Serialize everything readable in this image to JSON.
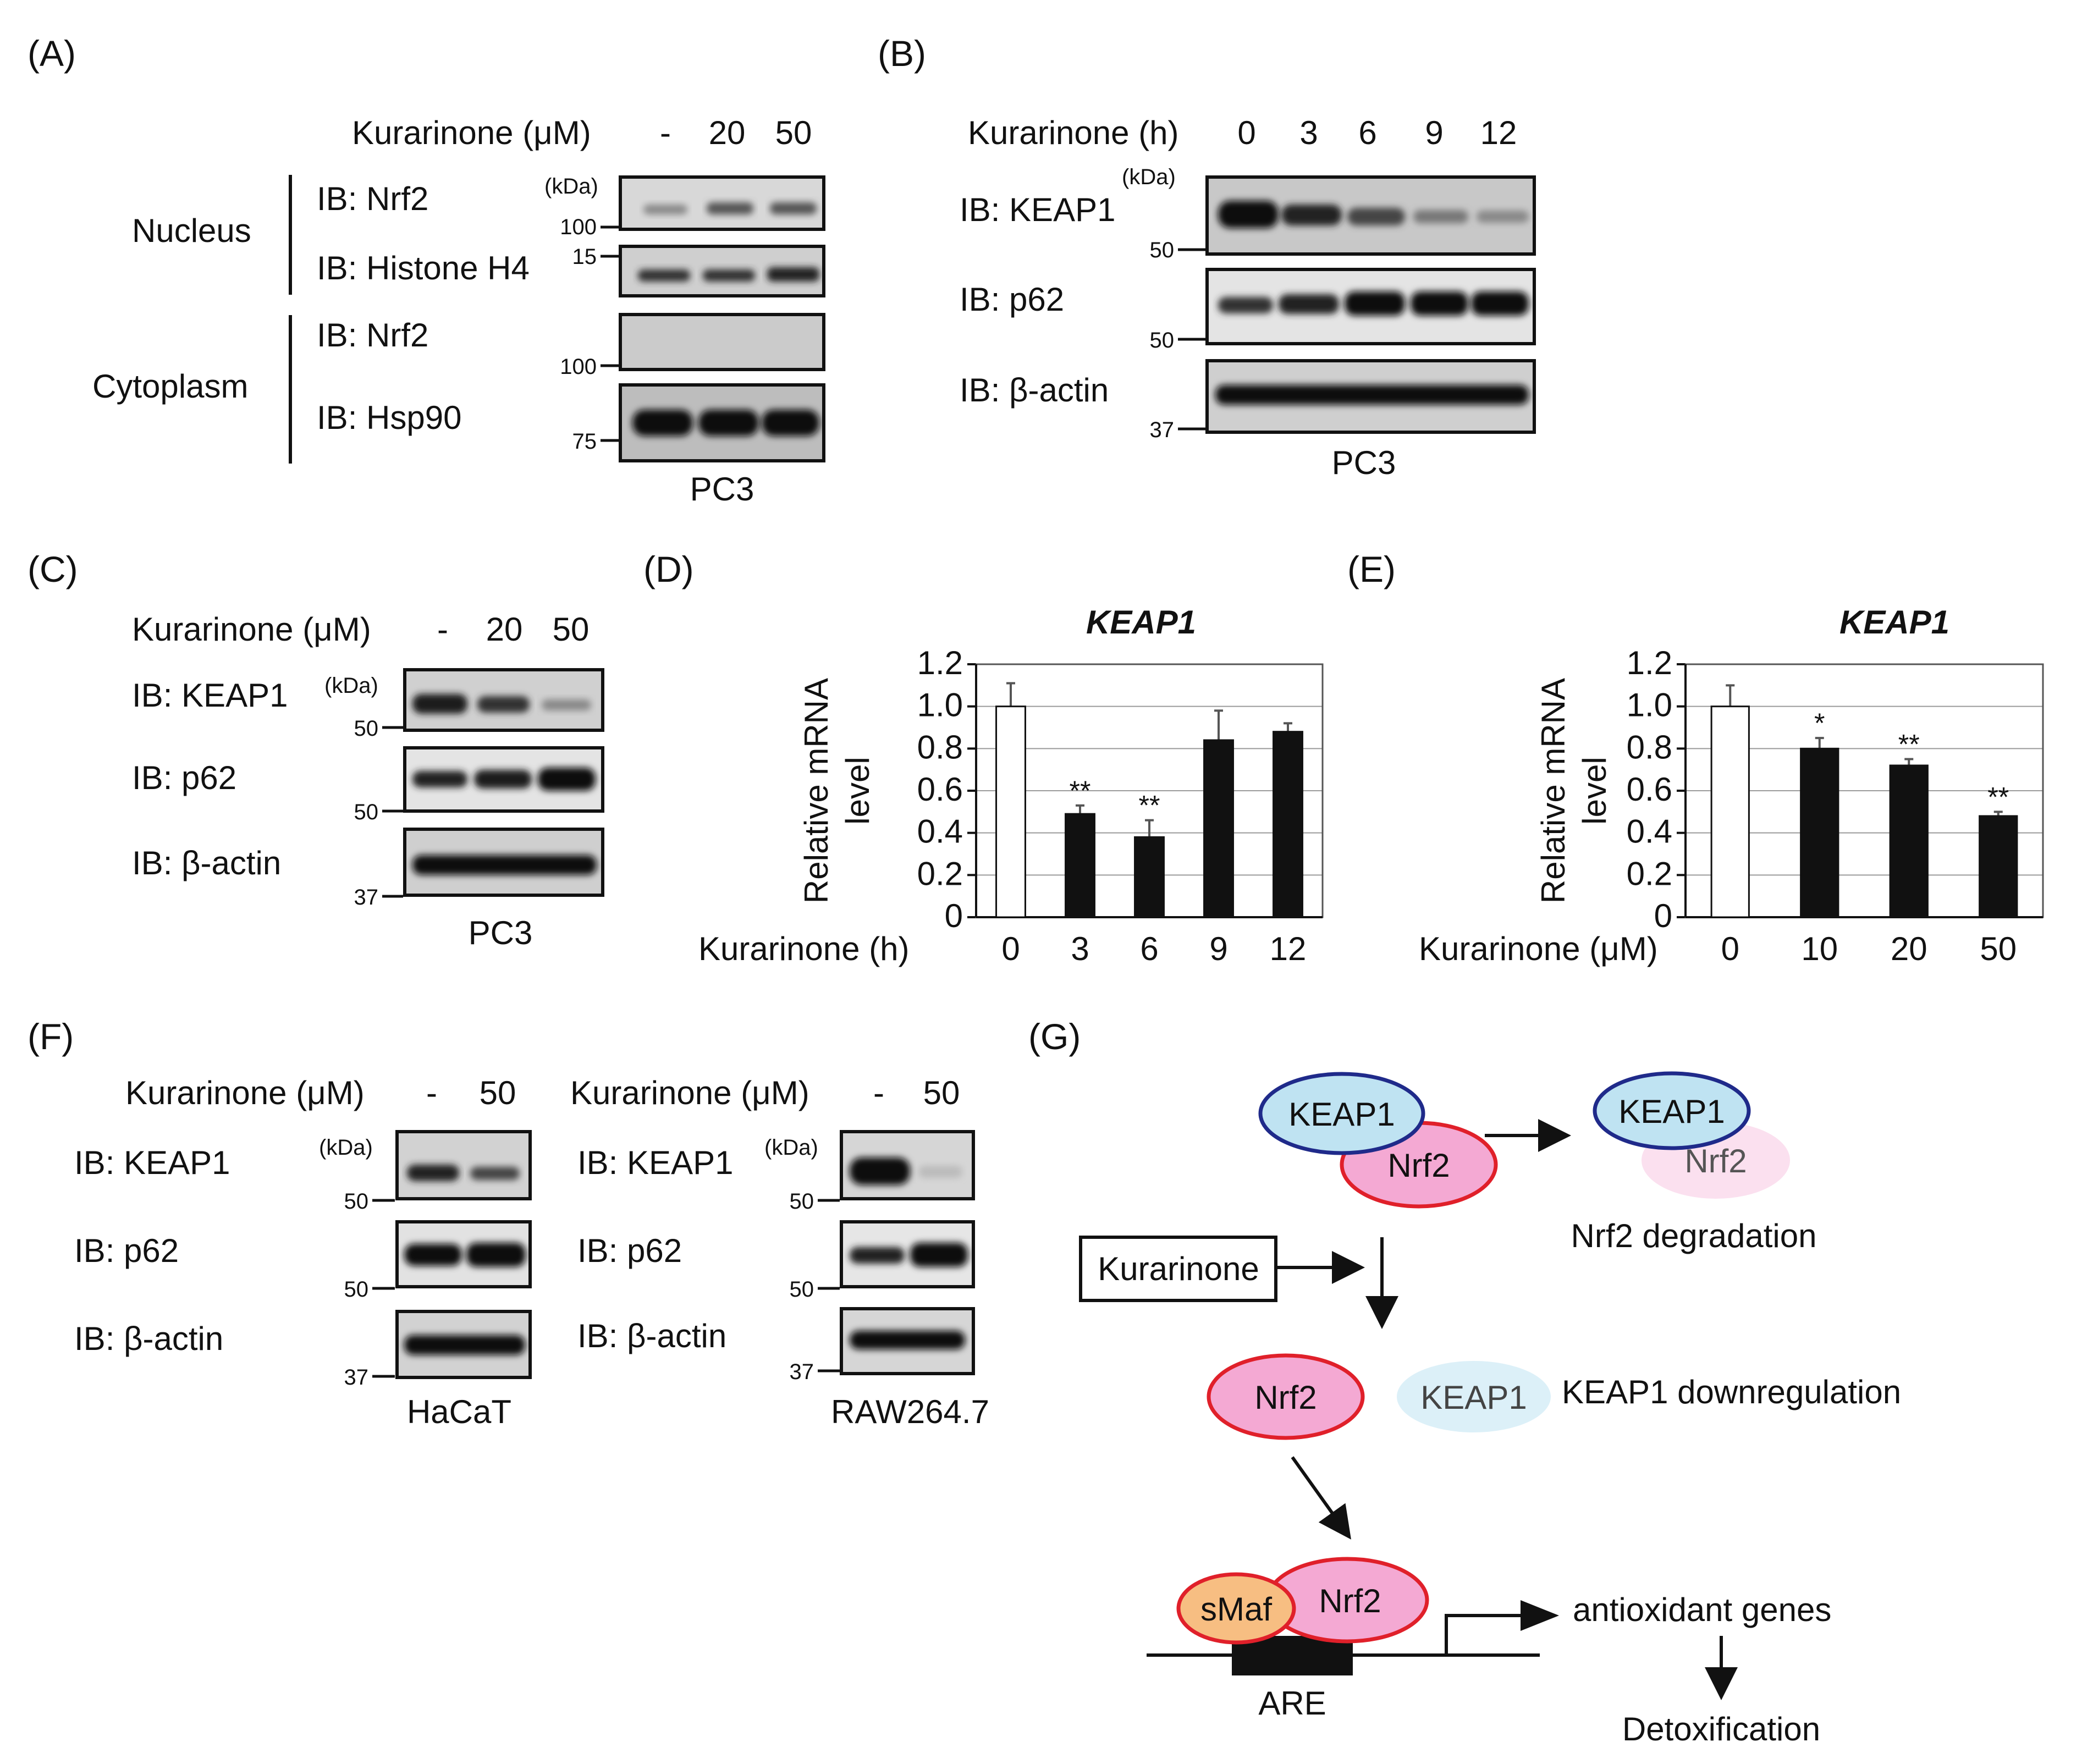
{
  "panel_letters": [
    "(A)",
    "(B)",
    "(C)",
    "(D)",
    "(E)",
    "(F)",
    "(G)"
  ],
  "common": {
    "kurarinone_um": "Kurarinone (μM)",
    "kurarinone_h": "Kurarinone (h)",
    "kda": "(kDa)",
    "ib_keap1": "IB: KEAP1",
    "ib_p62": "IB: p62",
    "ib_bactin": "IB: β-actin",
    "ib_nrf2": "IB: Nrf2",
    "cell_pc3": "PC3"
  },
  "panel_a": {
    "lanes": [
      "-",
      "20",
      "50"
    ],
    "nucleus": "Nucleus",
    "cytoplasm": "Cytoplasm",
    "ib_histone": "IB: Histone H4",
    "ib_hsp90": "IB: Hsp90",
    "mw": [
      "100",
      "15",
      "100",
      "75"
    ],
    "cell": "PC3"
  },
  "panel_b": {
    "lanes": [
      "0",
      "3",
      "6",
      "9",
      "12"
    ],
    "mw": [
      "50",
      "50",
      "37"
    ],
    "cell": "PC3"
  },
  "panel_c": {
    "lanes": [
      "-",
      "20",
      "50"
    ],
    "mw": [
      "50",
      "50",
      "37"
    ],
    "cell": "PC3"
  },
  "panel_f": {
    "lanes": [
      "-",
      "50"
    ],
    "mw": [
      "50",
      "50",
      "37"
    ],
    "cell_left": "HaCaT",
    "cell_right": "RAW264.7"
  },
  "chart_data": [
    {
      "type": "bar",
      "title": "KEAP1",
      "ylabel": "Relative mRNA level",
      "xlabel": "Kurarinone (h)",
      "categories": [
        "0",
        "3",
        "6",
        "9",
        "12"
      ],
      "values": [
        1.0,
        0.49,
        0.38,
        0.84,
        0.88
      ],
      "errors": [
        0.11,
        0.04,
        0.08,
        0.14,
        0.04
      ],
      "significance": [
        "",
        "**",
        "**",
        "",
        ""
      ],
      "ylim": [
        0,
        1.2
      ],
      "yticks": [
        "0",
        "0.2",
        "0.4",
        "0.6",
        "0.8",
        "1.0",
        "1.2"
      ],
      "colors": [
        "#ffffff",
        "#111111",
        "#111111",
        "#111111",
        "#111111"
      ],
      "grid": true
    },
    {
      "type": "bar",
      "title": "KEAP1",
      "ylabel": "Relative mRNA level",
      "xlabel": "Kurarinone (μM)",
      "categories": [
        "0",
        "10",
        "20",
        "50"
      ],
      "values": [
        1.0,
        0.8,
        0.72,
        0.48
      ],
      "errors": [
        0.1,
        0.05,
        0.03,
        0.02
      ],
      "significance": [
        "",
        "*",
        "**",
        "**"
      ],
      "ylim": [
        0,
        1.2
      ],
      "yticks": [
        "0",
        "0.2",
        "0.4",
        "0.6",
        "0.8",
        "1.0",
        "1.2"
      ],
      "colors": [
        "#ffffff",
        "#111111",
        "#111111",
        "#111111"
      ],
      "grid": true
    }
  ],
  "panel_g": {
    "keap1": "KEAP1",
    "nrf2": "Nrf2",
    "smaf": "sMaf",
    "kurarinone": "Kurarinone",
    "nrf2_degradation": "Nrf2 degradation",
    "keap1_down": "KEAP1 downregulation",
    "are": "ARE",
    "antioxidant": "antioxidant genes",
    "detox": "Detoxification",
    "colors": {
      "keap1_fill": "#bfe3f2",
      "keap1_stroke": "#1f2a8a",
      "nrf2_fill": "#f4a9d3",
      "nrf2_stroke": "#e0202a",
      "smaf_fill": "#f7be82",
      "smaf_stroke": "#e0202a",
      "faded_nrf2": "#fbe0ef",
      "faded_keap1": "#dcf0f8"
    }
  }
}
